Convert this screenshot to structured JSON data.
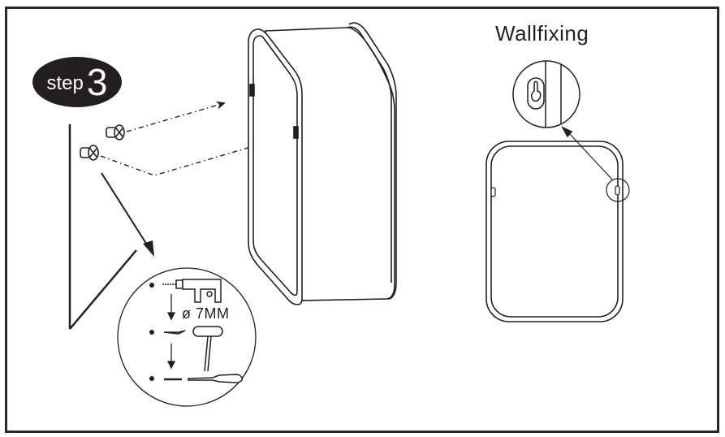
{
  "step": {
    "word": "step",
    "number": "3"
  },
  "detail": {
    "title": "Wallfixing"
  },
  "tools": {
    "drill_bit_label": "ø 7MM",
    "sequence": [
      "drill",
      "hammer",
      "screwdriver"
    ]
  },
  "icons": {
    "drill": "drill-icon",
    "hammer": "hammer-icon",
    "screwdriver": "screwdriver-icon",
    "wall_plug": "wall-plug-icon",
    "keyhole": "keyhole-bracket-icon"
  },
  "colors": {
    "ink": "#231f20",
    "paper": "#ffffff",
    "frame": "#2a2a2a"
  }
}
